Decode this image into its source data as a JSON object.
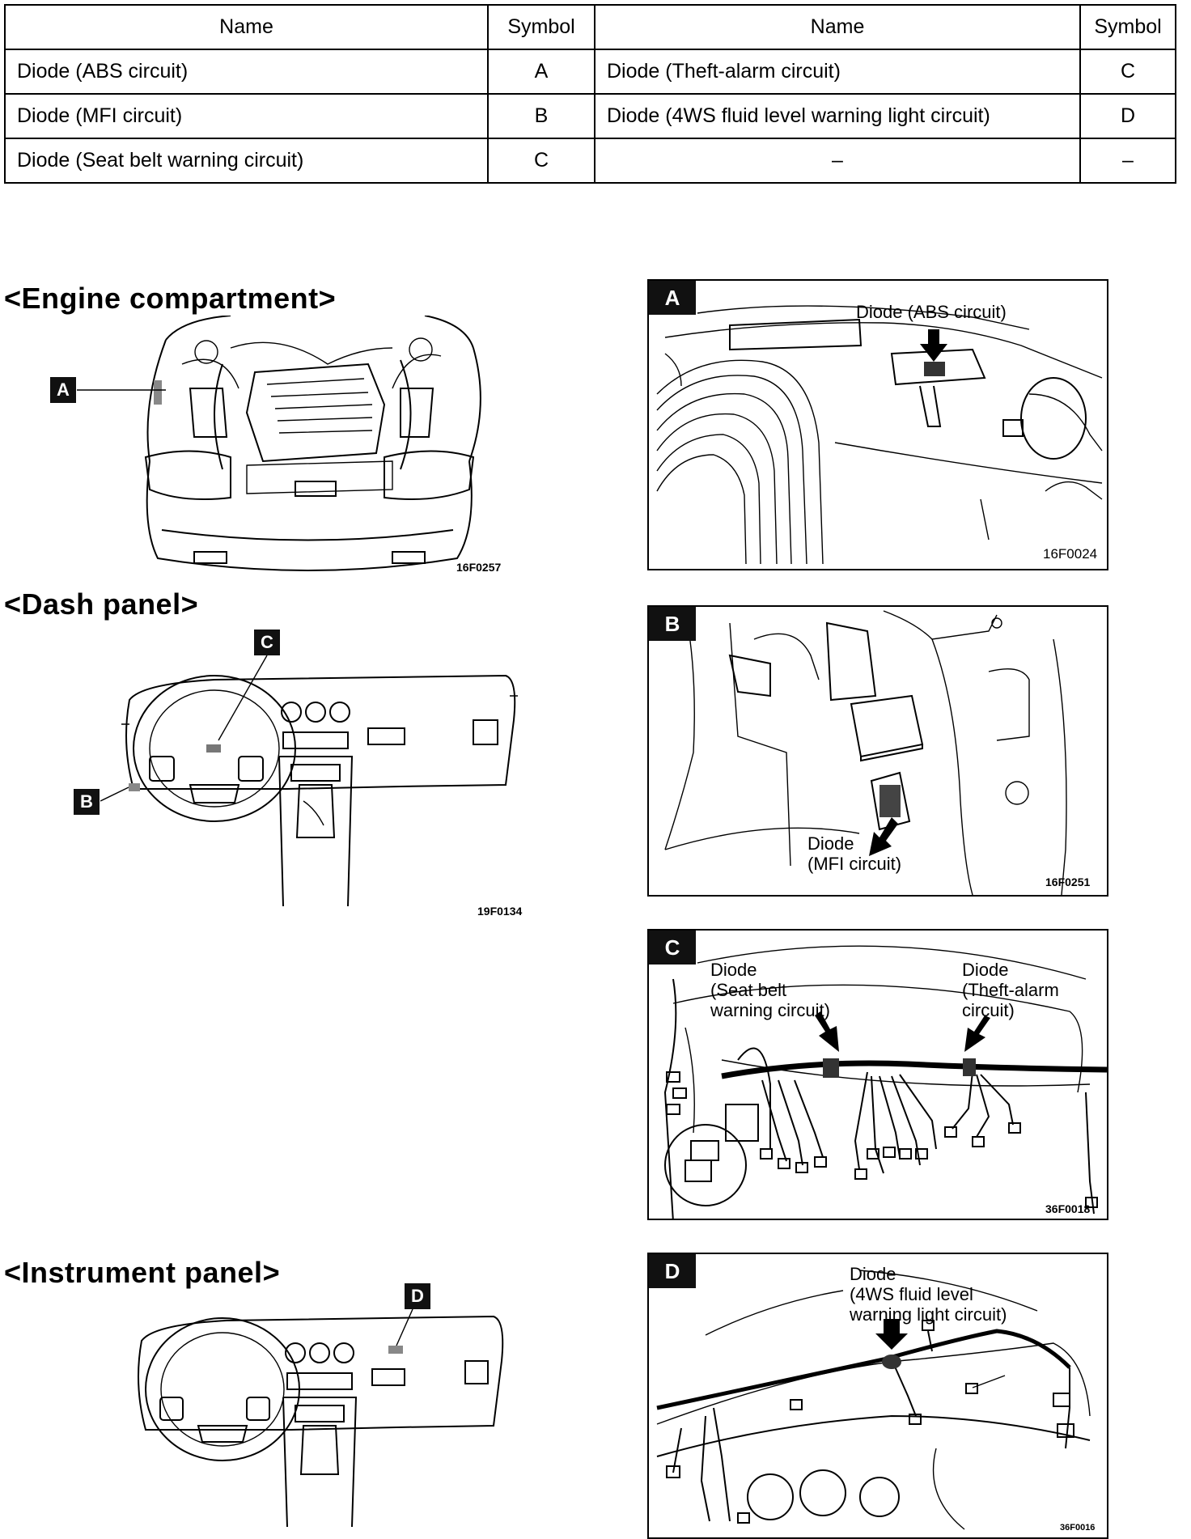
{
  "table": {
    "headers": {
      "name": "Name",
      "symbol": "Symbol"
    },
    "rows": [
      {
        "left_name": "Diode (ABS circuit)",
        "left_symbol": "A",
        "right_name": "Diode (Theft-alarm circuit)",
        "right_symbol": "C"
      },
      {
        "left_name": "Diode (MFI circuit)",
        "left_symbol": "B",
        "right_name": "Diode (4WS fluid level warning light circuit)",
        "right_symbol": "D"
      },
      {
        "left_name": "Diode (Seat belt warning circuit)",
        "left_symbol": "C",
        "right_name": "–",
        "right_symbol": "–"
      }
    ]
  },
  "sections": {
    "engine": {
      "title": "<Engine compartment>",
      "marker": "A",
      "figure_code": "16F0257"
    },
    "dash": {
      "title": "<Dash panel>",
      "marker_c": "C",
      "marker_b": "B",
      "figure_code": "19F0134"
    },
    "instrument": {
      "title": "<Instrument panel>",
      "marker": "D"
    }
  },
  "panels": {
    "a": {
      "tag": "A",
      "label": "Diode (ABS circuit)",
      "code": "16F0024"
    },
    "b": {
      "tag": "B",
      "label": "Diode\n(MFI circuit)",
      "code": "16F0251"
    },
    "c": {
      "tag": "C",
      "label_left": "Diode\n(Seat belt\nwarning circuit)",
      "label_right": "Diode\n(Theft-alarm\ncircuit)",
      "code": "36F0018"
    },
    "d": {
      "tag": "D",
      "label": "Diode\n(4WS fluid level\nwarning light circuit)",
      "code": "36F0016"
    }
  }
}
